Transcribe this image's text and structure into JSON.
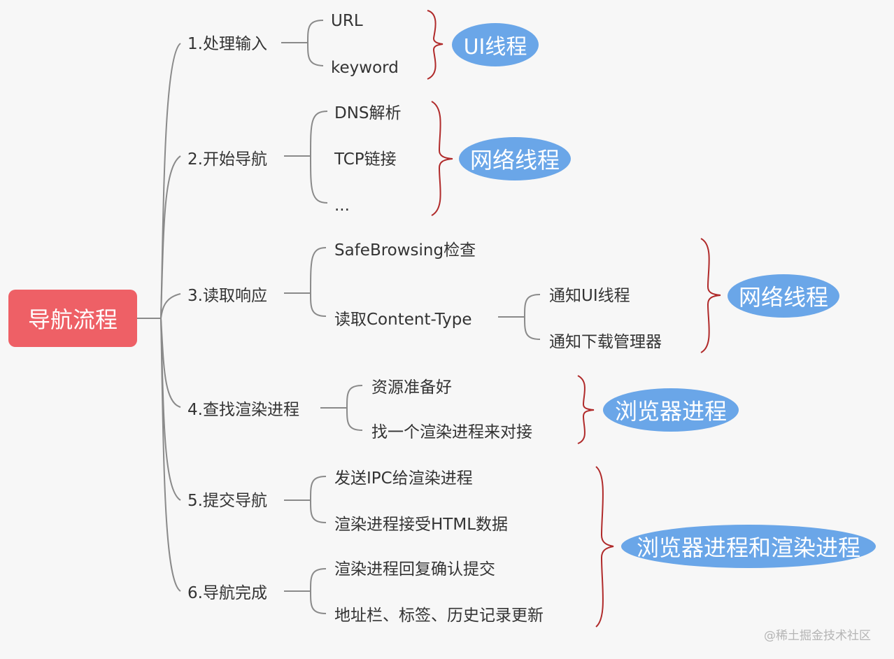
{
  "root": {
    "label": "导航流程"
  },
  "steps": [
    {
      "label": "1.处理输入",
      "items": [
        "URL",
        "keyword"
      ]
    },
    {
      "label": "2.开始导航",
      "items": [
        "DNS解析",
        "TCP链接",
        "..."
      ]
    },
    {
      "label": "3.读取响应",
      "items": [
        "SafeBrowsing检查",
        "读取Content-Type"
      ],
      "sub_items": [
        "通知UI线程",
        "通知下载管理器"
      ]
    },
    {
      "label": "4.查找渲染进程",
      "items": [
        "资源准备好",
        "找一个渲染进程来对接"
      ]
    },
    {
      "label": "5.提交导航",
      "items": [
        "发送IPC给渲染进程",
        "渲染进程接受HTML数据"
      ]
    },
    {
      "label": "6.导航完成",
      "items": [
        "渲染进程回复确认提交",
        "地址栏、标签、历史记录更新"
      ]
    }
  ],
  "owners": [
    {
      "label": "UI线程"
    },
    {
      "label": "网络线程"
    },
    {
      "label": "网络线程"
    },
    {
      "label": "浏览器进程"
    },
    {
      "label": "浏览器进程和渲染进程"
    }
  ],
  "watermark": "@稀土掘金技术社区",
  "colors": {
    "root_fill": "#ee6066",
    "owner_fill": "#6aa6e8",
    "connector": "#8a8a8a",
    "brace": "#b02a2a",
    "text": "#333333",
    "background": "#f7f7f7"
  }
}
